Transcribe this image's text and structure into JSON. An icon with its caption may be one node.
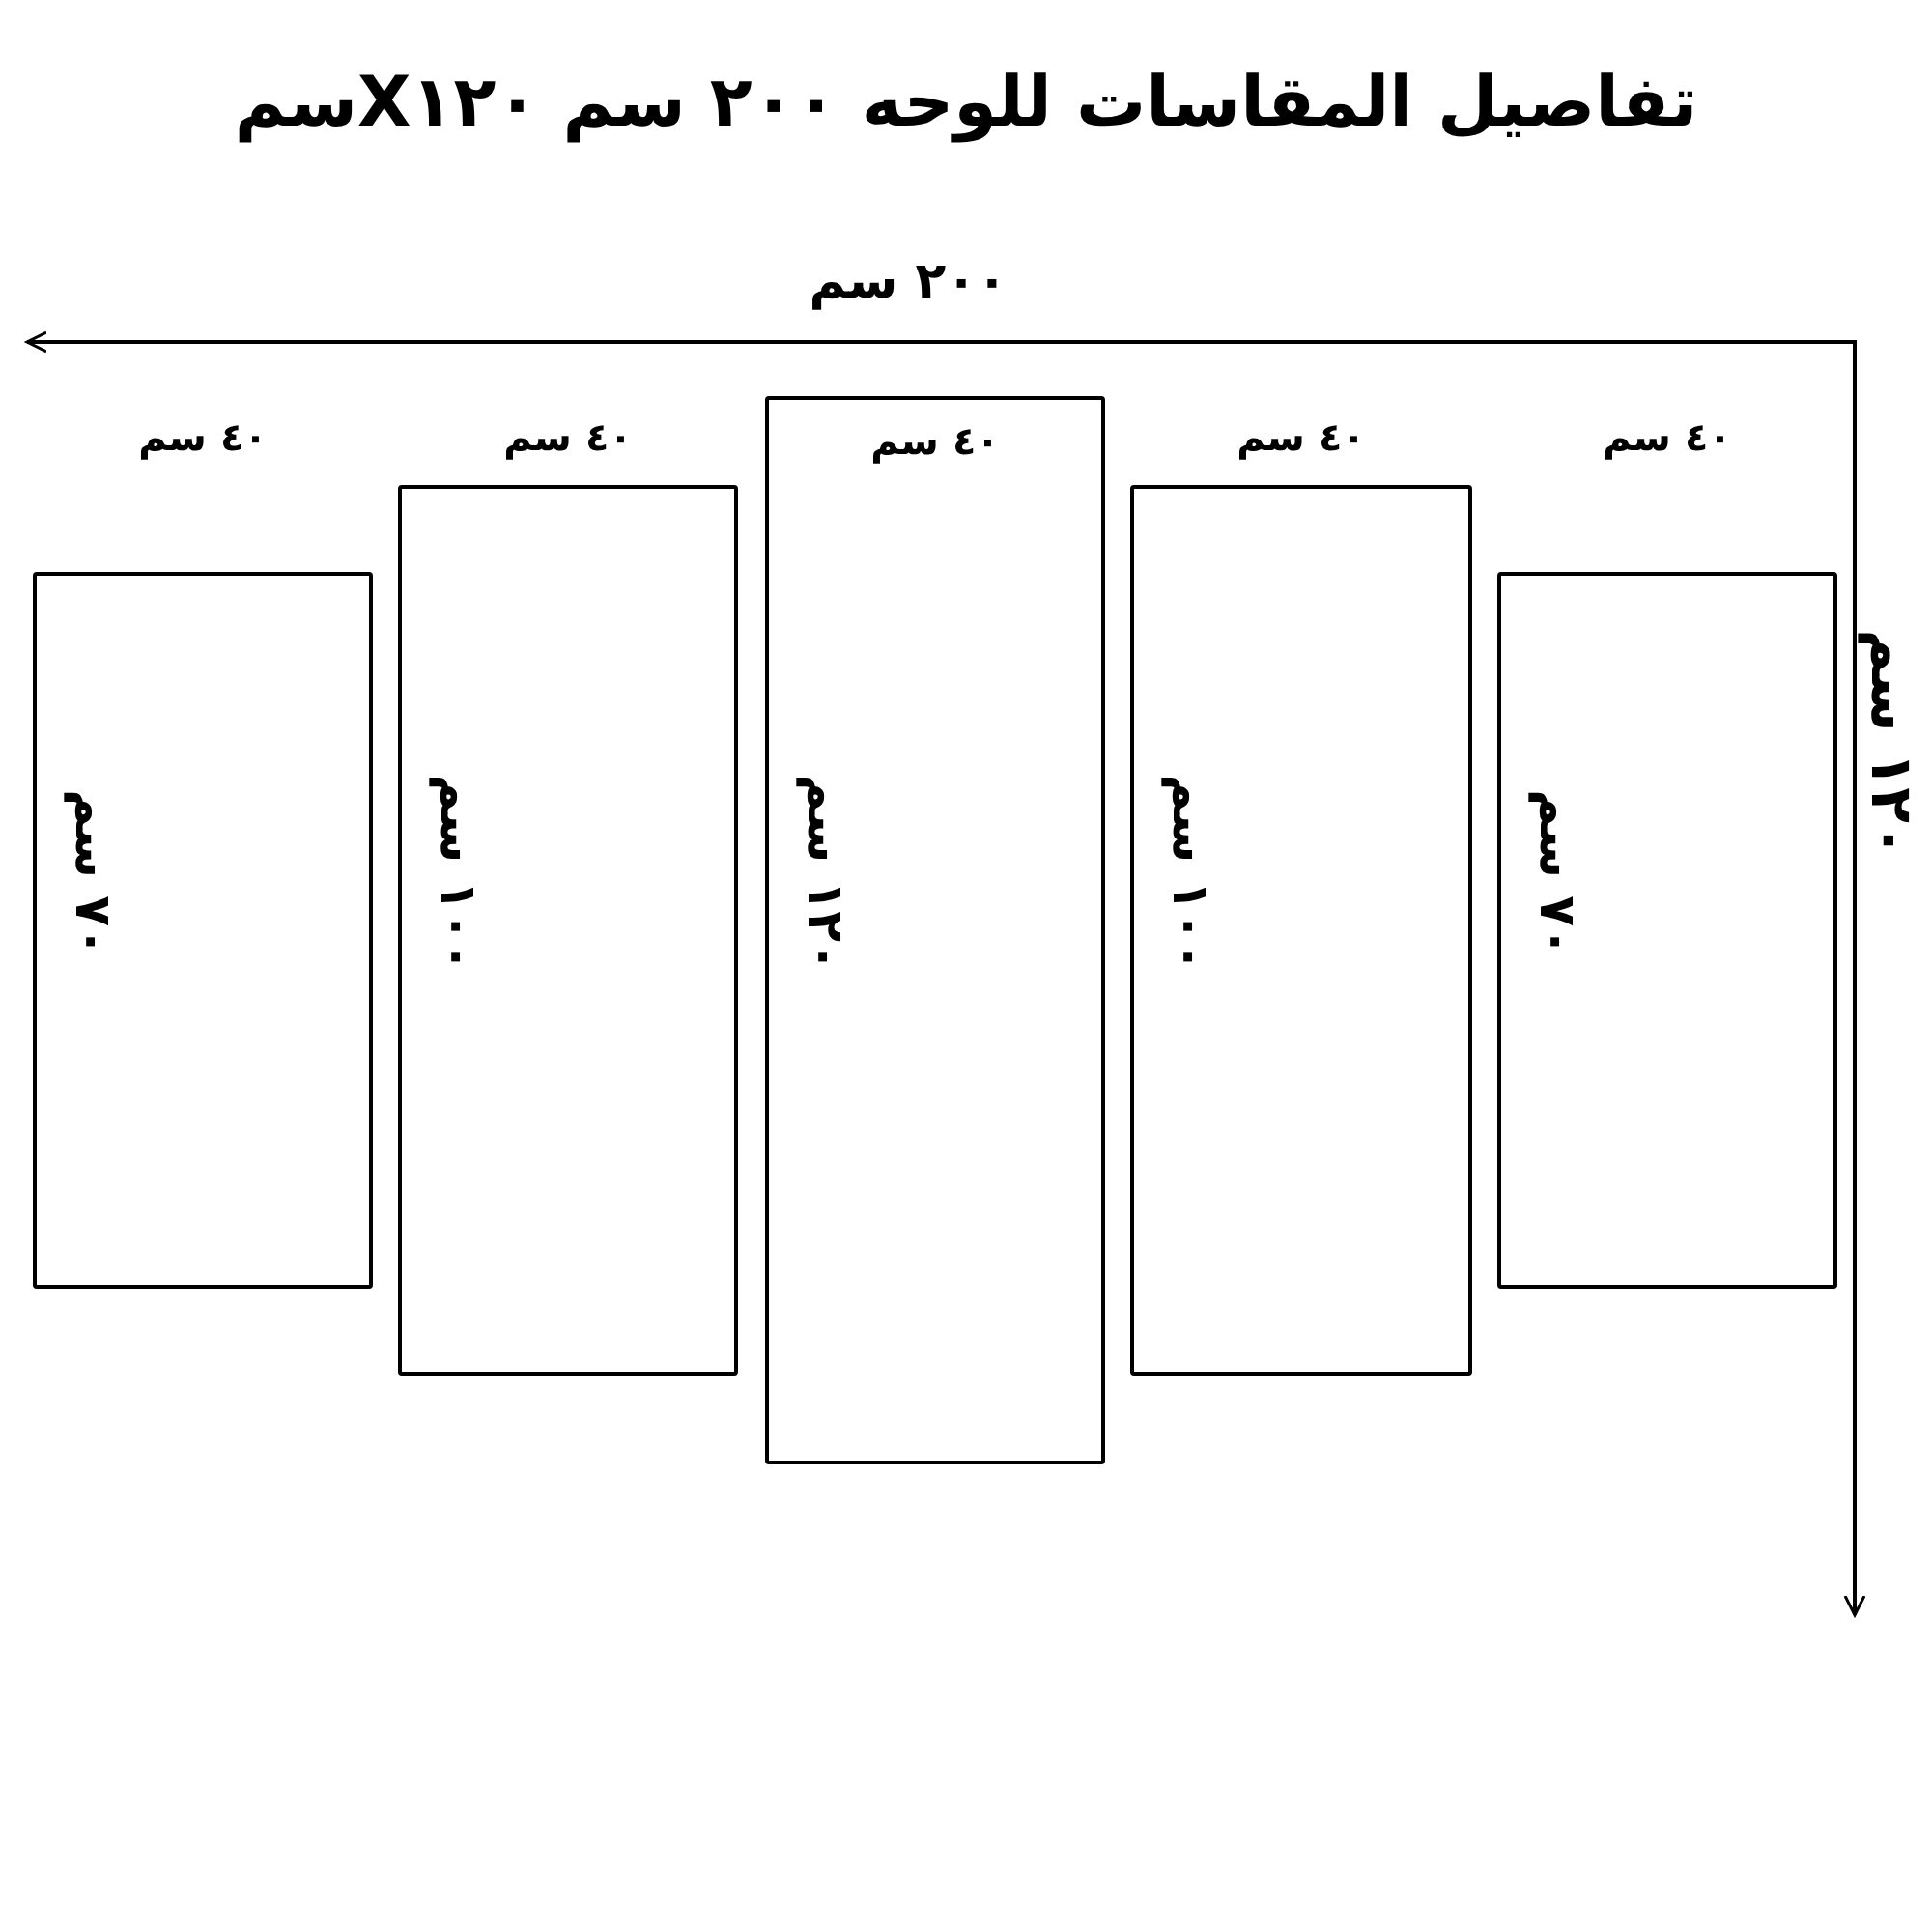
{
  "diagram": {
    "title": "تفاصيل المقاسات للوحه  ٢٠٠ سم X١٢٠سم",
    "nodes": [
      {
        "text": [
          "٤٠ سم",
          "٧٠ سم"
        ]
      },
      {
        "text": [
          "٤٠ سم",
          "١٠٠ سم"
        ]
      },
      {
        "text": [
          "٤٠ سم",
          "١٢٠ سم"
        ]
      },
      {
        "text": [
          "٤٠ سم",
          "١٠٠ سم"
        ]
      },
      {
        "text": [
          "٤٠ سم",
          "٧٠ سم"
        ]
      }
    ],
    "labels": [
      "٢٠٠ سم",
      "١٢٠ سم"
    ]
  }
}
